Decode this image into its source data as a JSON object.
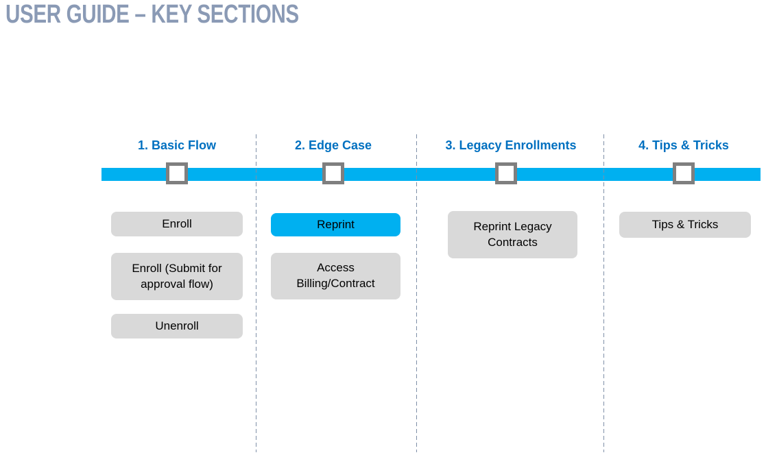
{
  "title": "USER GUIDE – KEY SECTIONS",
  "colors": {
    "title_text": "#8A9AB5",
    "section_header_blue": "#0070C0",
    "timeline_cyan": "#00B0F0",
    "button_gray": "#D9D9D9",
    "highlight_button_cyan": "#00B0F0",
    "marker_border_gray": "#7F7F7F",
    "divider_dash_gray": "#7E8FA7",
    "button_text": "#000000"
  },
  "timeline": {
    "marker_count": 4,
    "marker_shape": "square"
  },
  "sections": [
    {
      "label": "1. Basic Flow",
      "items": [
        {
          "label": "Enroll",
          "highlight": false
        },
        {
          "label": "Enroll (Submit for approval flow)",
          "highlight": false
        },
        {
          "label": "Unenroll",
          "highlight": false
        }
      ]
    },
    {
      "label": "2. Edge Case",
      "items": [
        {
          "label": "Reprint",
          "highlight": true
        },
        {
          "label": "Access Billing/Contract",
          "highlight": false
        }
      ]
    },
    {
      "label": "3. Legacy Enrollments",
      "items": [
        {
          "label": "Reprint Legacy Contracts",
          "highlight": false
        }
      ]
    },
    {
      "label": "4. Tips & Tricks",
      "items": [
        {
          "label": "Tips & Tricks",
          "highlight": false
        }
      ]
    }
  ]
}
